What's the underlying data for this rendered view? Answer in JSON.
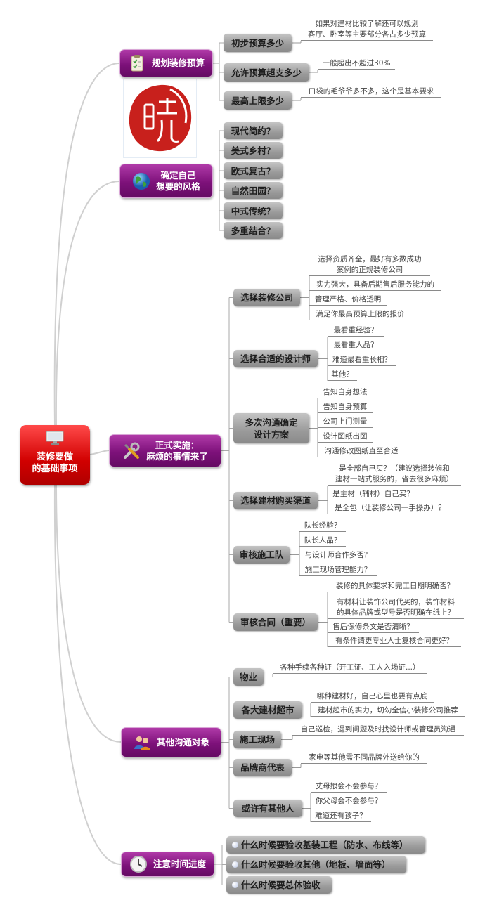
{
  "root": {
    "line1": "装修要做",
    "line2": "的基础事项",
    "icon": "monitor-icon",
    "color": "#d10000"
  },
  "logo": {
    "text": "曉",
    "color": "#c8201c"
  },
  "branches": [
    {
      "label": "规划装修预算",
      "icon": "clipboard-icon",
      "children": [
        {
          "label": "初步预算多少",
          "notes": [
            "如果对建材比较了解还可以规划\n客厅、卧室等主要部分各占多少预算"
          ]
        },
        {
          "label": "允许预算超支多少",
          "notes": [
            "一般超出不超过30%"
          ]
        },
        {
          "label": "最高上限多少",
          "notes": [
            "口袋的毛爷爷多不多，这个是基本要求"
          ]
        }
      ]
    },
    {
      "label": "确定自己\n想要的风格",
      "icon": "globe-icon",
      "children": [
        {
          "label": "现代简约？",
          "notes": []
        },
        {
          "label": "美式乡村？",
          "notes": []
        },
        {
          "label": "欧式复古？",
          "notes": []
        },
        {
          "label": "自然田园？",
          "notes": []
        },
        {
          "label": "中式传统？",
          "notes": []
        },
        {
          "label": "多重结合？",
          "notes": []
        }
      ]
    },
    {
      "label": "正式实施：\n麻烦的事情来了",
      "icon": "tools-icon",
      "children": [
        {
          "label": "选择装修公司",
          "notes": [
            "选择资质齐全，最好有多数成功\n案例的正规装修公司",
            "实力强大，具备后期售后服务能力的",
            "管理严格、价格透明",
            "满足你最高预算上限的报价"
          ]
        },
        {
          "label": "选择合适的设计师",
          "notes": [
            "最看重经验？",
            "最看重人品？",
            "难道最看重长相？",
            "其他？"
          ]
        },
        {
          "label": "多次沟通确定\n设计方案",
          "notes": [
            "告知自身想法",
            "告知自身预算",
            "公司上门测量",
            "设计图纸出图",
            "沟通修改图纸直至合适"
          ]
        },
        {
          "label": "选择建材购买渠道",
          "notes": [
            "是全部自己买？（建议选择装修和\n建材一站式服务的，省去很多麻烦）",
            "是主材（辅材）自己买？",
            "是全包（让装修公司一手操办）？"
          ]
        },
        {
          "label": "审核施工队",
          "notes": [
            "队长经验？",
            "队长人品？",
            "与设计师合作多否？",
            "施工现场管理能力？"
          ]
        },
        {
          "label": "审核合同（重要）",
          "notes": [
            "装修的具体要求和完工日期明确否？",
            "有材料让装饰公司代买的，装饰材料\n的具体品牌或型号是否明确在纸上？",
            "售后保修条文是否清晰？",
            "有条件请更专业人士复核合同更好？"
          ]
        }
      ]
    },
    {
      "label": "其他沟通对象",
      "icon": "people-icon",
      "children": [
        {
          "label": "物业",
          "notes": [
            "各种手续各种证（开工证、工人入场证...）"
          ]
        },
        {
          "label": "各大建材超市",
          "notes": [
            "哪种建材好，自己心里也要有点底",
            "建材超市的实力，切勿全信小装修公司推荐"
          ]
        },
        {
          "label": "施工现场",
          "notes": [
            "自己巡检，遇到问题及时找设计师或管理员沟通"
          ]
        },
        {
          "label": "品牌商代表",
          "notes": [
            "家电等其他需不同品牌外送给你的"
          ]
        },
        {
          "label": "或许有其他人",
          "notes": [
            "丈母娘会不会参与？",
            "你父母会不会参与？",
            "难道还有孩子？"
          ]
        }
      ]
    },
    {
      "label": "注意时间进度",
      "icon": "clock-icon",
      "children": [
        {
          "label": "什么时候要验收基装工程（防水、布线等）",
          "notes": []
        },
        {
          "label": "什么时候要验收其他（地板、墙面等）",
          "notes": []
        },
        {
          "label": "什么时候要总体验收",
          "notes": []
        }
      ]
    }
  ]
}
